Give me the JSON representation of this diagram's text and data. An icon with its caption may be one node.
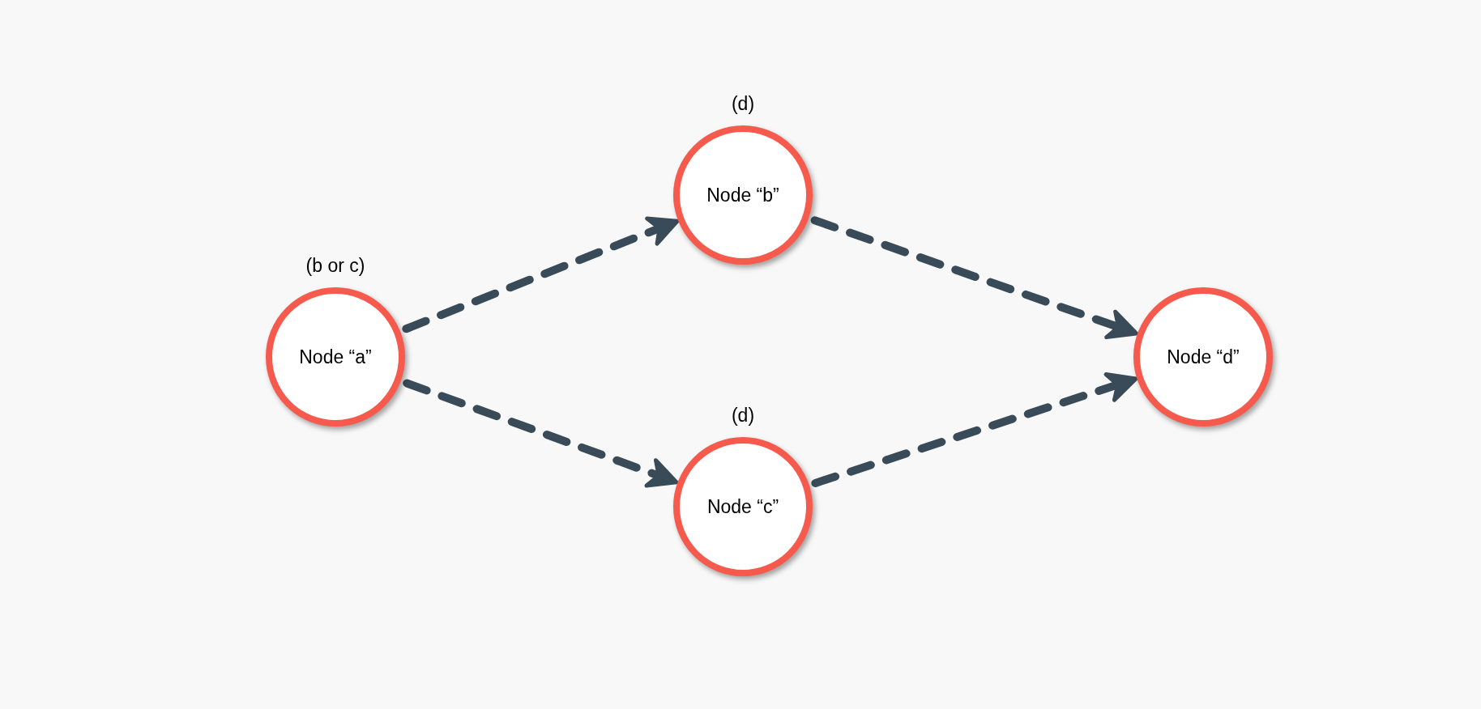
{
  "diagram": {
    "nodes": [
      {
        "text": [
          "Node “a”"
        ],
        "beside": [
          "(b or c)"
        ]
      },
      {
        "text": [
          "Node “b”"
        ],
        "beside": [
          "(d)"
        ]
      },
      {
        "text": [
          "Node “c”"
        ],
        "beside": [
          "(d)"
        ]
      },
      {
        "text": [
          "Node “d”"
        ]
      }
    ],
    "edges": [
      {
        "from": 0,
        "to": 1,
        "arrow": "to",
        "style": "dashed"
      },
      {
        "from": 0,
        "to": 2,
        "arrow": "to",
        "style": "dashed"
      },
      {
        "from": 1,
        "to": 3,
        "arrow": "to",
        "style": "dashed"
      },
      {
        "from": 2,
        "to": 3,
        "arrow": "to",
        "style": "dashed"
      }
    ]
  }
}
